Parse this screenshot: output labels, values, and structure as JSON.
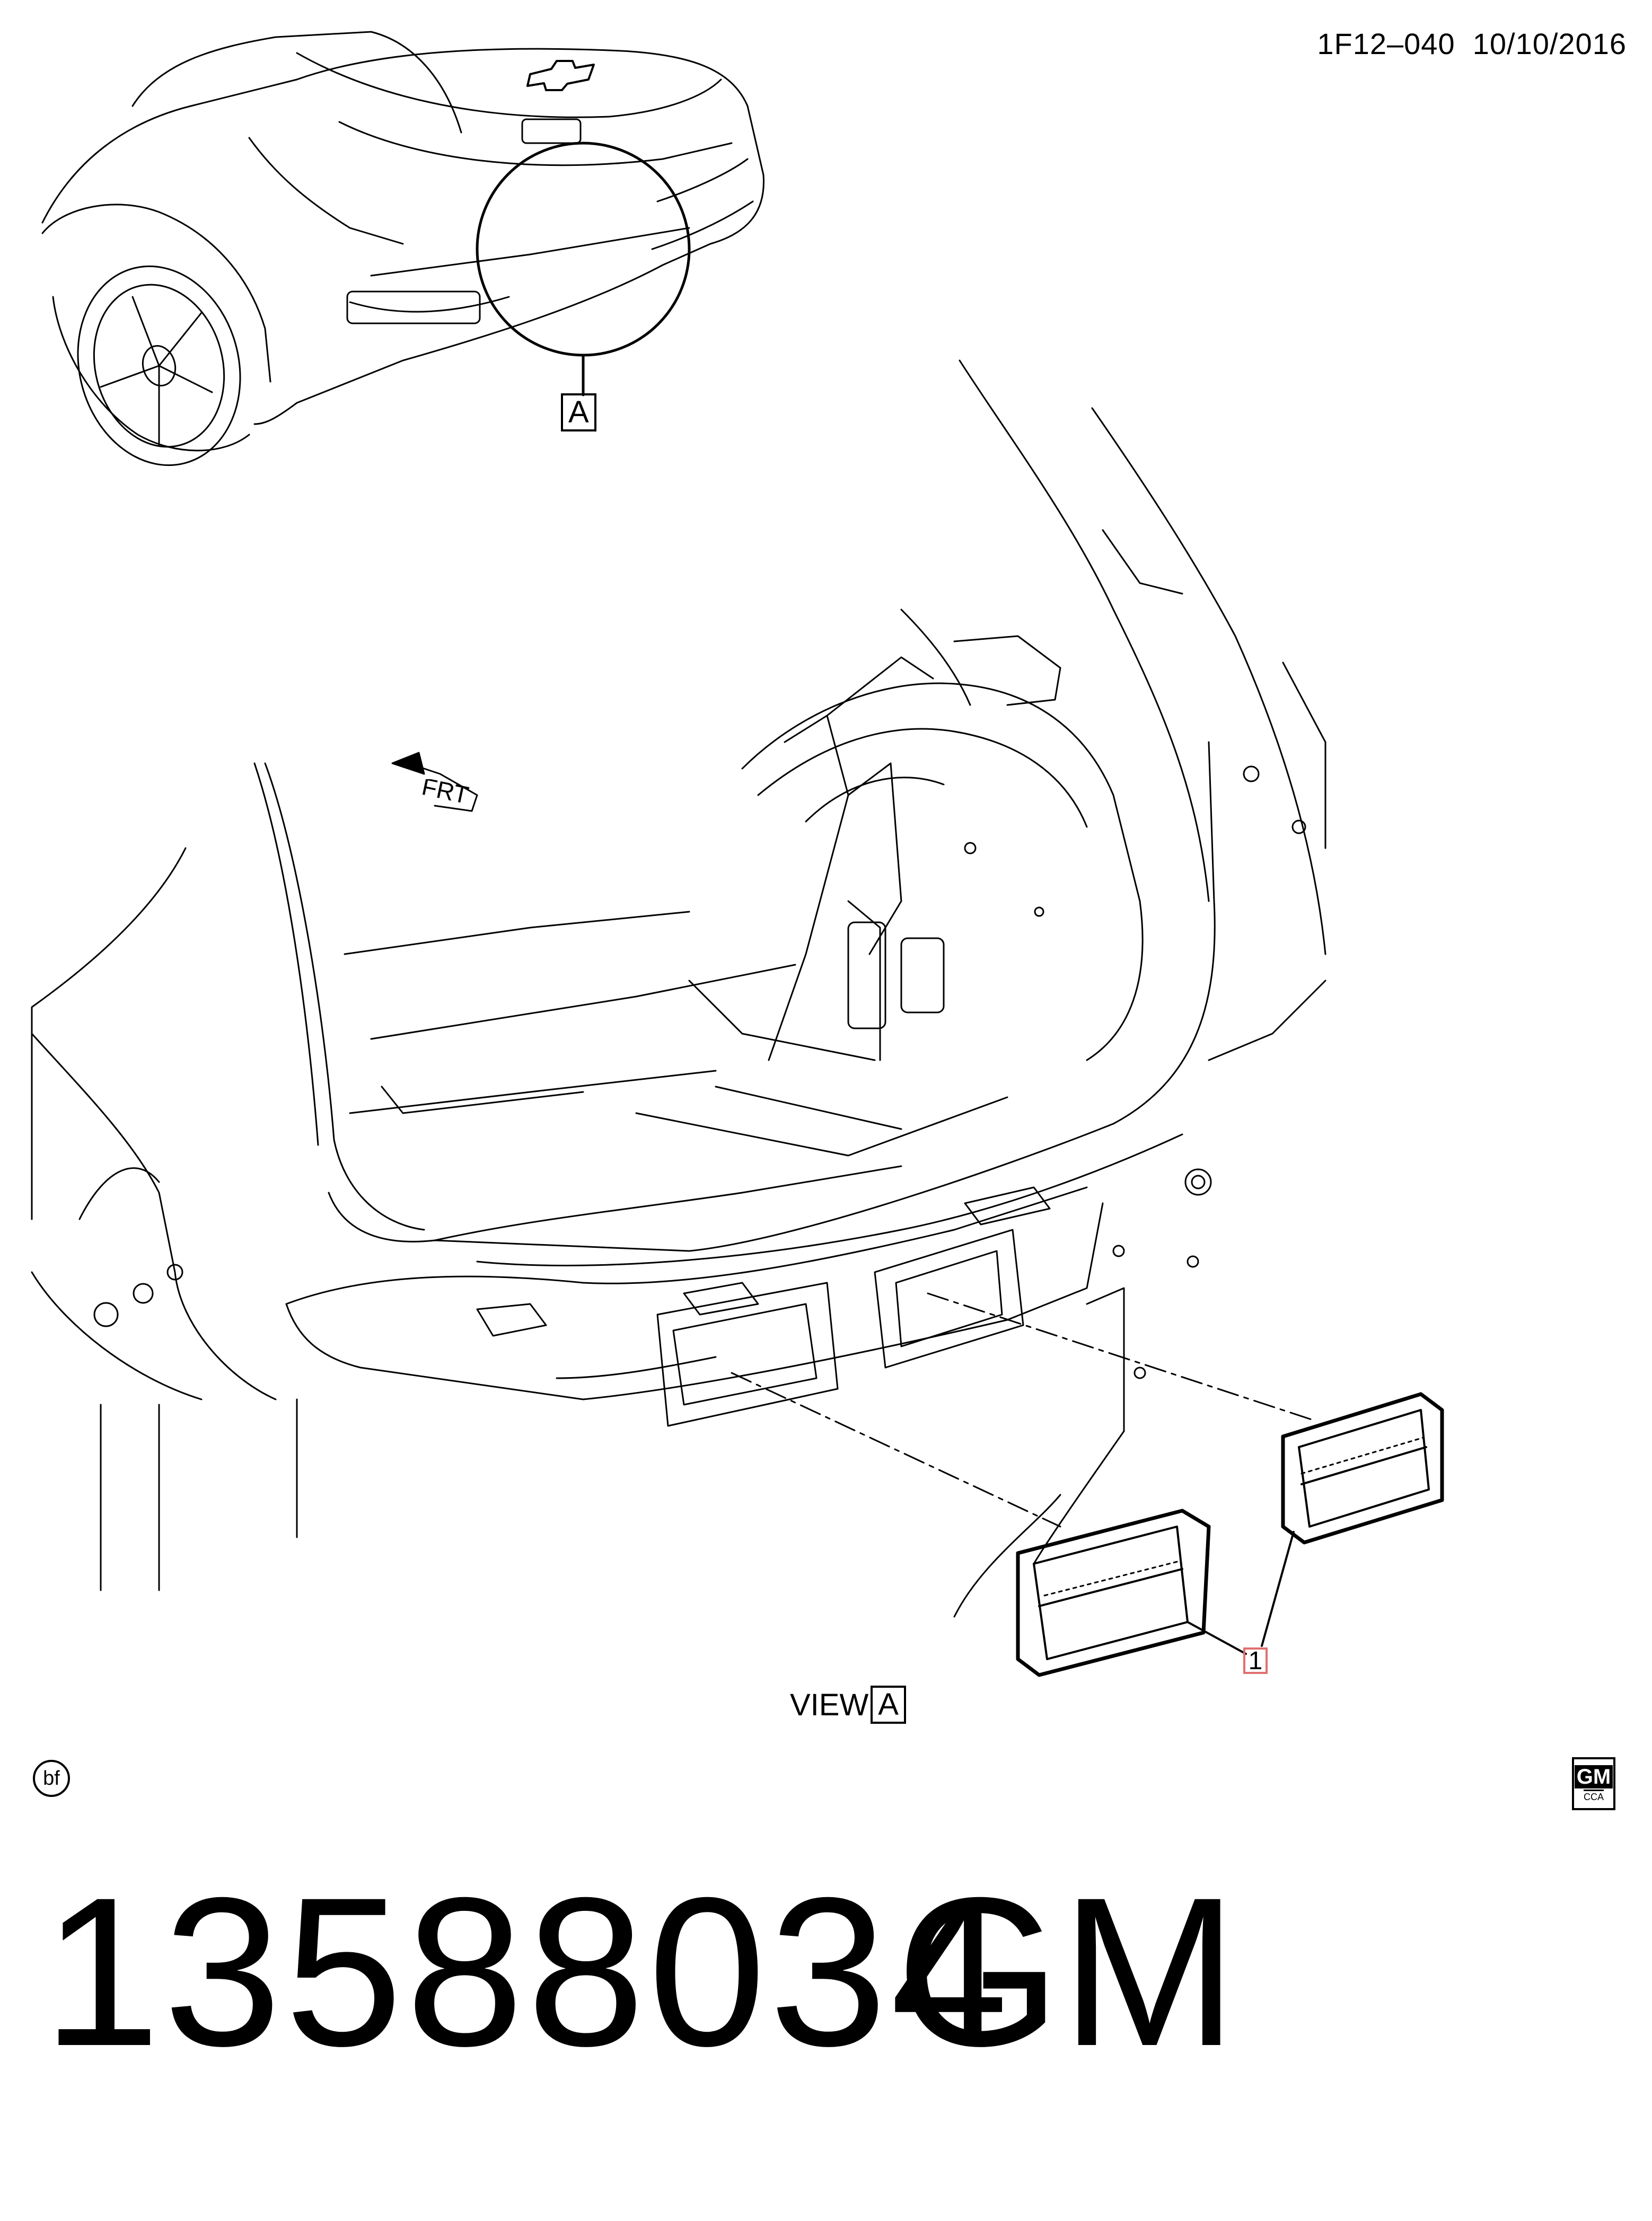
{
  "header": {
    "doc_code": "1F12–040",
    "doc_date": "10/10/2016"
  },
  "diagram": {
    "detail_callout": "A",
    "view_prefix": "VIEW",
    "view_letter": "A",
    "direction_label": "FRT",
    "part_callout": "1"
  },
  "badges": {
    "left_symbol": "bf",
    "logo_top": "GM",
    "logo_bottom": "CCA"
  },
  "footer": {
    "part_number": "13588034",
    "brand": "GM"
  }
}
